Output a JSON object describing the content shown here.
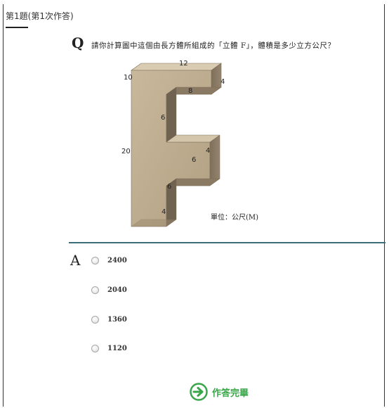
{
  "header": {
    "title": "第1題(第1次作答)"
  },
  "question": {
    "marker": "Q",
    "text": "請你計算圖中這個由長方體所組成的「立體 F」，體積是多少立方公尺？",
    "figure": {
      "dim_labels": [
        "12",
        "10",
        "4",
        "8",
        "6",
        "20",
        "4",
        "6",
        "6",
        "4"
      ],
      "unit": "單位：公尺(M)"
    }
  },
  "answer": {
    "marker": "A",
    "options": [
      "2400",
      "2040",
      "1360",
      "1120"
    ]
  },
  "submit": {
    "label": "作答完畢",
    "icon": "arrow-circle-icon",
    "color": "#3aa64a"
  }
}
